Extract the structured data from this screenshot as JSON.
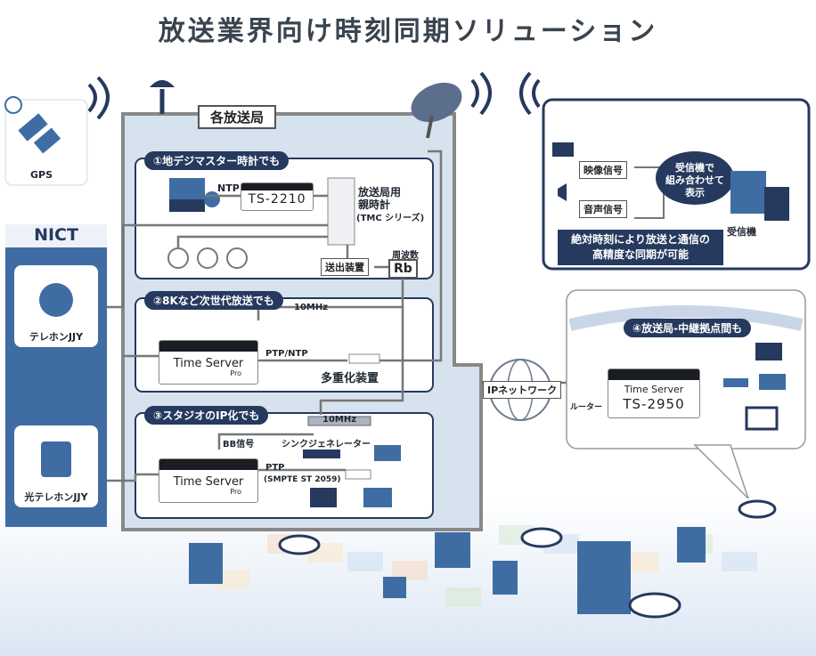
{
  "title": "放送業界向け時刻同期ソリューション",
  "gps": {
    "label": "GPS"
  },
  "nict": {
    "label": "NICT",
    "telephone_jjy": "テレホンJJY",
    "optical_jjy": "光テレホンJJY"
  },
  "station": {
    "label": "各放送局",
    "section1": {
      "heading": "①地デジマスター時計でも",
      "ntp": "NTP",
      "device": "TS-2210",
      "master_clock_line1": "放送局用",
      "master_clock_line2": "親時計",
      "master_clock_line3": "(TMC シリーズ)",
      "sender": "送出装置",
      "freq_label": "周波数",
      "rb": "Rb"
    },
    "section2": {
      "heading": "②8Kなど次世代放送でも",
      "freq": "10MHz",
      "protocol": "PTP/NTP",
      "device_name": "Time Server",
      "device_sub": "Pro",
      "multiplexer": "多重化装置"
    },
    "section3": {
      "heading": "③スタジオのIP化でも",
      "freq": "10MHz",
      "bb": "BB信号",
      "sync_gen": "シンクジェネレーター",
      "protocol": "PTP",
      "protocol_std": "(SMPTE ST 2059)",
      "device_name": "Time Server",
      "device_sub": "Pro"
    }
  },
  "network": {
    "ip_label": "IPネットワーク",
    "router": "ルーター"
  },
  "relay": {
    "heading": "④放送局-中継拠点間も",
    "device_name": "Time Server",
    "device_model": "TS-2950"
  },
  "receiver": {
    "video_signal": "映像信号",
    "audio_signal": "音声信号",
    "bubble_line1": "受信機で",
    "bubble_line2": "組み合わせて",
    "bubble_line3": "表示",
    "receiver_label": "受信機",
    "caption_line1": "絶対時刻により放送と通信の",
    "caption_line2": "高精度な同期が可能"
  },
  "colors": {
    "navy": "#26395e",
    "station_fill": "#d7e2ef",
    "section_border": "#26395e",
    "nict_fill": "#3f6da3"
  }
}
